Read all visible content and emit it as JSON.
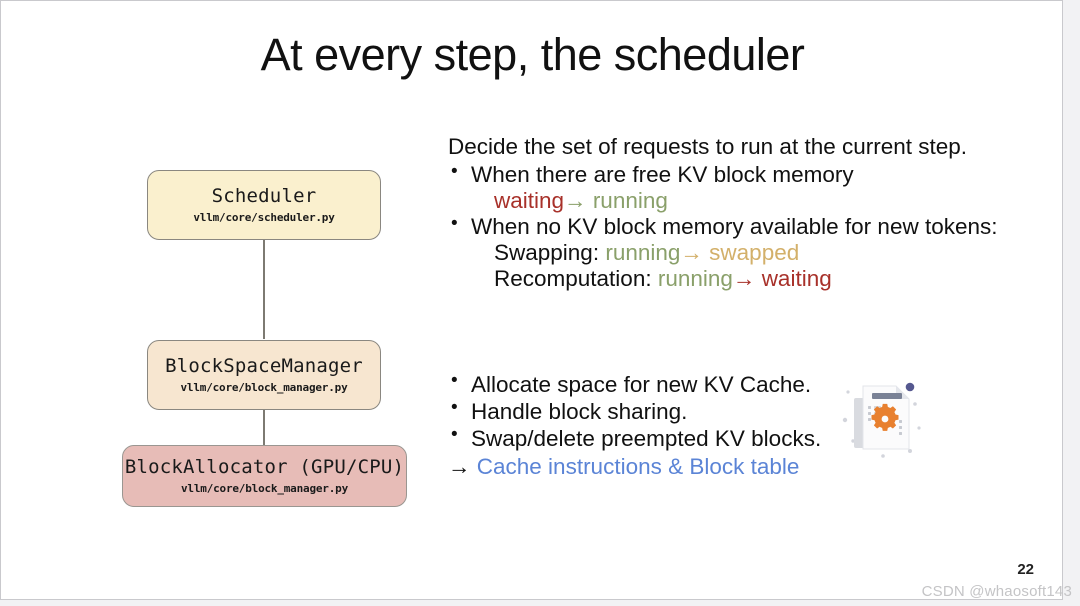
{
  "slide": {
    "title": "At every step, the scheduler",
    "page_number": "22",
    "watermark": "CSDN @whaosoft143"
  },
  "colors": {
    "waiting": "#a8312a",
    "running": "#8aa06a",
    "swapped": "#d3b06a",
    "link": "#5b84d6",
    "node_scheduler_fill": "#faf0ce",
    "node_blockspacemanager_fill": "#f7e6d0",
    "node_blockallocator_fill": "#e7bcb7",
    "connector": "#7d7a72"
  },
  "diagram": {
    "nodes": [
      {
        "id": "scheduler",
        "title": "Scheduler",
        "path": "vllm/core/scheduler.py"
      },
      {
        "id": "blockspacemanager",
        "title": "BlockSpaceManager",
        "path": "vllm/core/block_manager.py"
      },
      {
        "id": "blockallocator",
        "title": "BlockAllocator (GPU/CPU)",
        "path": "vllm/core/block_manager.py"
      }
    ]
  },
  "content": {
    "lead": "Decide the set of requests to run at the current step.",
    "bullet1": "When there are free KV block memory",
    "transition1": {
      "from": "waiting",
      "arrow": "→",
      "to": "running"
    },
    "bullet2": "When no KV block memory available for new tokens:",
    "swapping_label": "Swapping:",
    "transition2": {
      "from": "running",
      "arrow": "→",
      "to": "swapped"
    },
    "recomputation_label": "Recomputation:",
    "transition3": {
      "from": "running",
      "arrow": "→",
      "to": "waiting"
    }
  },
  "group2": {
    "bullets": [
      "Allocate space for new KV Cache.",
      "Handle block sharing.",
      "Swap/delete preempted KV blocks."
    ],
    "arrow": "→",
    "result": "Cache instructions & Block table"
  },
  "icon": {
    "name": "document-gear-icon"
  }
}
